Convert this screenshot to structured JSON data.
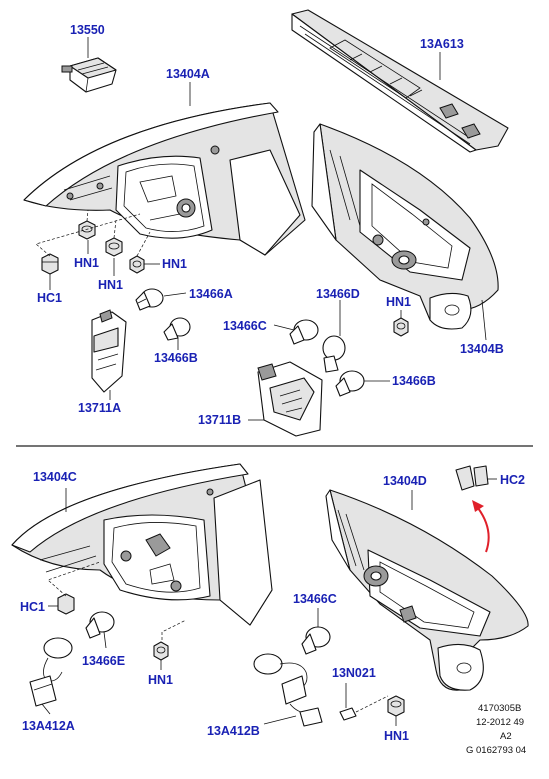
{
  "diagram": {
    "labels": {
      "p13550": "13550",
      "p13404A": "13404A",
      "p13A613": "13A613",
      "hn1_a": "HN1",
      "hn1_b": "HN1",
      "hn1_c": "HN1",
      "hc1_a": "HC1",
      "p13466A": "13466A",
      "p13466B_a": "13466B",
      "p13711A": "13711A",
      "p13466D": "13466D",
      "hn1_d": "HN1",
      "p13404B": "13404B",
      "p13466C_a": "13466C",
      "p13466B_b": "13466B",
      "p13711B": "13711B",
      "p13404C": "13404C",
      "p13404D": "13404D",
      "hc2": "HC2",
      "hc1_b": "HC1",
      "p13466E": "13466E",
      "hn1_e": "HN1",
      "p13466C_b": "13466C",
      "p13N021": "13N021",
      "p13A412A": "13A412A",
      "p13A412B": "13A412B",
      "hn1_f": "HN1"
    },
    "info": {
      "line1": "4170305B",
      "line2": "12-2012 49",
      "line3": "A2",
      "line4": "G 0162793 04"
    },
    "colors": {
      "label": "#1a22b4",
      "arrow": "#e0202a",
      "line": "#111111"
    }
  }
}
